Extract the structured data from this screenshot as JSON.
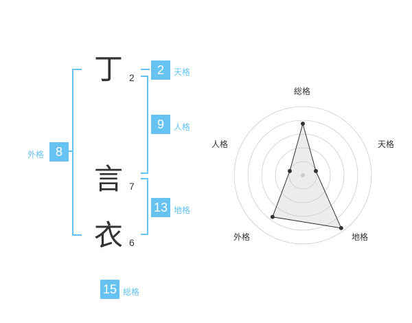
{
  "name": {
    "chars": [
      {
        "char": "丁",
        "strokes": "2"
      },
      {
        "char": "言",
        "strokes": "7"
      },
      {
        "char": "衣",
        "strokes": "6"
      }
    ]
  },
  "fortunes": {
    "tenkaku": {
      "label": "天格",
      "value": "2"
    },
    "jinkaku": {
      "label": "人格",
      "value": "9"
    },
    "chikaku": {
      "label": "地格",
      "value": "13"
    },
    "gaikaku": {
      "label": "外格",
      "value": "8"
    },
    "soukaku": {
      "label": "総格",
      "value": "15"
    }
  },
  "colors": {
    "accent": "#66c2f0",
    "text": "#333333",
    "grid": "#cccccc"
  },
  "chart_data": {
    "type": "radar",
    "axes": [
      "総格",
      "天格",
      "地格",
      "外格",
      "人格"
    ],
    "values": [
      0.75,
      0.2,
      0.95,
      0.75,
      0.2
    ],
    "range": [
      0,
      1
    ],
    "rings": 5
  }
}
